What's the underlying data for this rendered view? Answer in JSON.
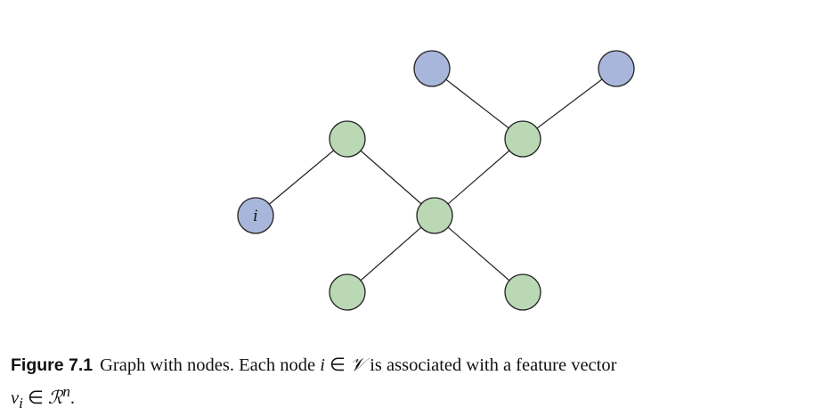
{
  "graph": {
    "colors": {
      "blue_node": "#a9b6dc",
      "green_node": "#bad8b4",
      "stroke": "#222222"
    },
    "nodes": [
      {
        "id": "n1",
        "kind": "blue",
        "label": ""
      },
      {
        "id": "n2",
        "kind": "blue",
        "label": ""
      },
      {
        "id": "n3",
        "kind": "green",
        "label": ""
      },
      {
        "id": "n4",
        "kind": "green",
        "label": ""
      },
      {
        "id": "n5",
        "kind": "blue",
        "label": "i"
      },
      {
        "id": "n6",
        "kind": "green",
        "label": ""
      },
      {
        "id": "n7",
        "kind": "green",
        "label": ""
      },
      {
        "id": "n8",
        "kind": "green",
        "label": ""
      }
    ],
    "edges": [
      [
        "n1",
        "n4"
      ],
      [
        "n2",
        "n4"
      ],
      [
        "n4",
        "n6"
      ],
      [
        "n3",
        "n6"
      ],
      [
        "n3",
        "n5"
      ],
      [
        "n6",
        "n7"
      ],
      [
        "n6",
        "n8"
      ]
    ]
  },
  "caption": {
    "label": "Figure 7.1",
    "text_before": "Graph with nodes. Each node ",
    "node_symbol": "i",
    "element_of": " ∈ ",
    "set_symbol": "𝒱",
    "text_after": " is associated with a feature vector",
    "vector_symbol": "v",
    "vector_subscript": "i",
    "element_of_2": " ∈ ",
    "space_symbol": "ℛ",
    "space_exponent": "n",
    "end": "."
  }
}
